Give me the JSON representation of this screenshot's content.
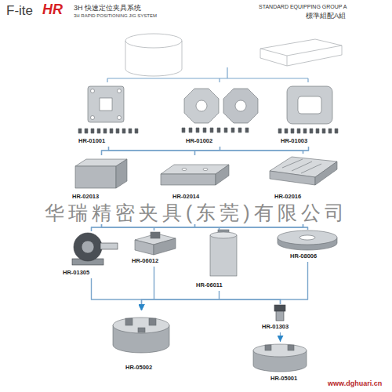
{
  "diagram": {
    "nodes": [
      {
        "text": [
          "HR-01001"
        ]
      },
      {
        "text": [
          "HR-01002"
        ]
      },
      {
        "text": [
          "HR-01003"
        ]
      },
      {
        "text": [
          "HR-02013"
        ]
      },
      {
        "text": [
          "HR-02014"
        ]
      },
      {
        "text": [
          "HR-02016"
        ]
      },
      {
        "text": [
          "HR-01305"
        ]
      },
      {
        "text": [
          "HR-06012"
        ]
      },
      {
        "text": [
          "HR-06011"
        ]
      },
      {
        "text": [
          "HR-08006"
        ]
      },
      {
        "text": [
          "HR-01303"
        ]
      },
      {
        "text": [
          "HR-05002"
        ]
      },
      {
        "text": [
          "HR-05001"
        ]
      }
    ],
    "edges": [
      {
        "from": 0,
        "to": 3,
        "arrow": "none"
      },
      {
        "from": 0,
        "to": 4,
        "arrow": "none"
      },
      {
        "from": 0,
        "to": 5,
        "arrow": "none"
      },
      {
        "from": 1,
        "to": 3,
        "arrow": "none"
      },
      {
        "from": 1,
        "to": 4,
        "arrow": "none"
      },
      {
        "from": 1,
        "to": 5,
        "arrow": "none"
      },
      {
        "from": 2,
        "to": 3,
        "arrow": "none"
      },
      {
        "from": 2,
        "to": 4,
        "arrow": "none"
      },
      {
        "from": 2,
        "to": 5,
        "arrow": "none"
      },
      {
        "from": 3,
        "to": 6,
        "arrow": "none"
      },
      {
        "from": 3,
        "to": 7,
        "arrow": "none"
      },
      {
        "from": 3,
        "to": 8,
        "arrow": "none"
      },
      {
        "from": 3,
        "to": 9,
        "arrow": "none"
      },
      {
        "from": 4,
        "to": 6,
        "arrow": "none"
      },
      {
        "from": 4,
        "to": 7,
        "arrow": "none"
      },
      {
        "from": 4,
        "to": 8,
        "arrow": "none"
      },
      {
        "from": 4,
        "to": 9,
        "arrow": "none"
      },
      {
        "from": 5,
        "to": 6,
        "arrow": "none"
      },
      {
        "from": 5,
        "to": 7,
        "arrow": "none"
      },
      {
        "from": 5,
        "to": 8,
        "arrow": "none"
      },
      {
        "from": 5,
        "to": 9,
        "arrow": "none"
      },
      {
        "from": 6,
        "to": 11,
        "arrow": "to"
      },
      {
        "from": 7,
        "to": 11,
        "arrow": "to"
      },
      {
        "from": 8,
        "to": 11,
        "arrow": "to"
      },
      {
        "from": 9,
        "to": 11,
        "arrow": "to"
      },
      {
        "from": 6,
        "to": 10,
        "arrow": "none"
      },
      {
        "from": 7,
        "to": 10,
        "arrow": "none"
      },
      {
        "from": 8,
        "to": 10,
        "arrow": "none"
      },
      {
        "from": 9,
        "to": 10,
        "arrow": "none"
      },
      {
        "from": 10,
        "to": 12,
        "arrow": "to"
      }
    ],
    "labels": [
      "F-ite",
      "HR",
      "3H 快速定位夹具系统",
      "3H RAPID POSITIONING JIG SYSTEM",
      "STANDARD EQUIPPING GROUP A",
      "標準組配A組",
      "华瑞精密夹具(东莞)有限公司",
      "www.dghuari.cn"
    ]
  }
}
